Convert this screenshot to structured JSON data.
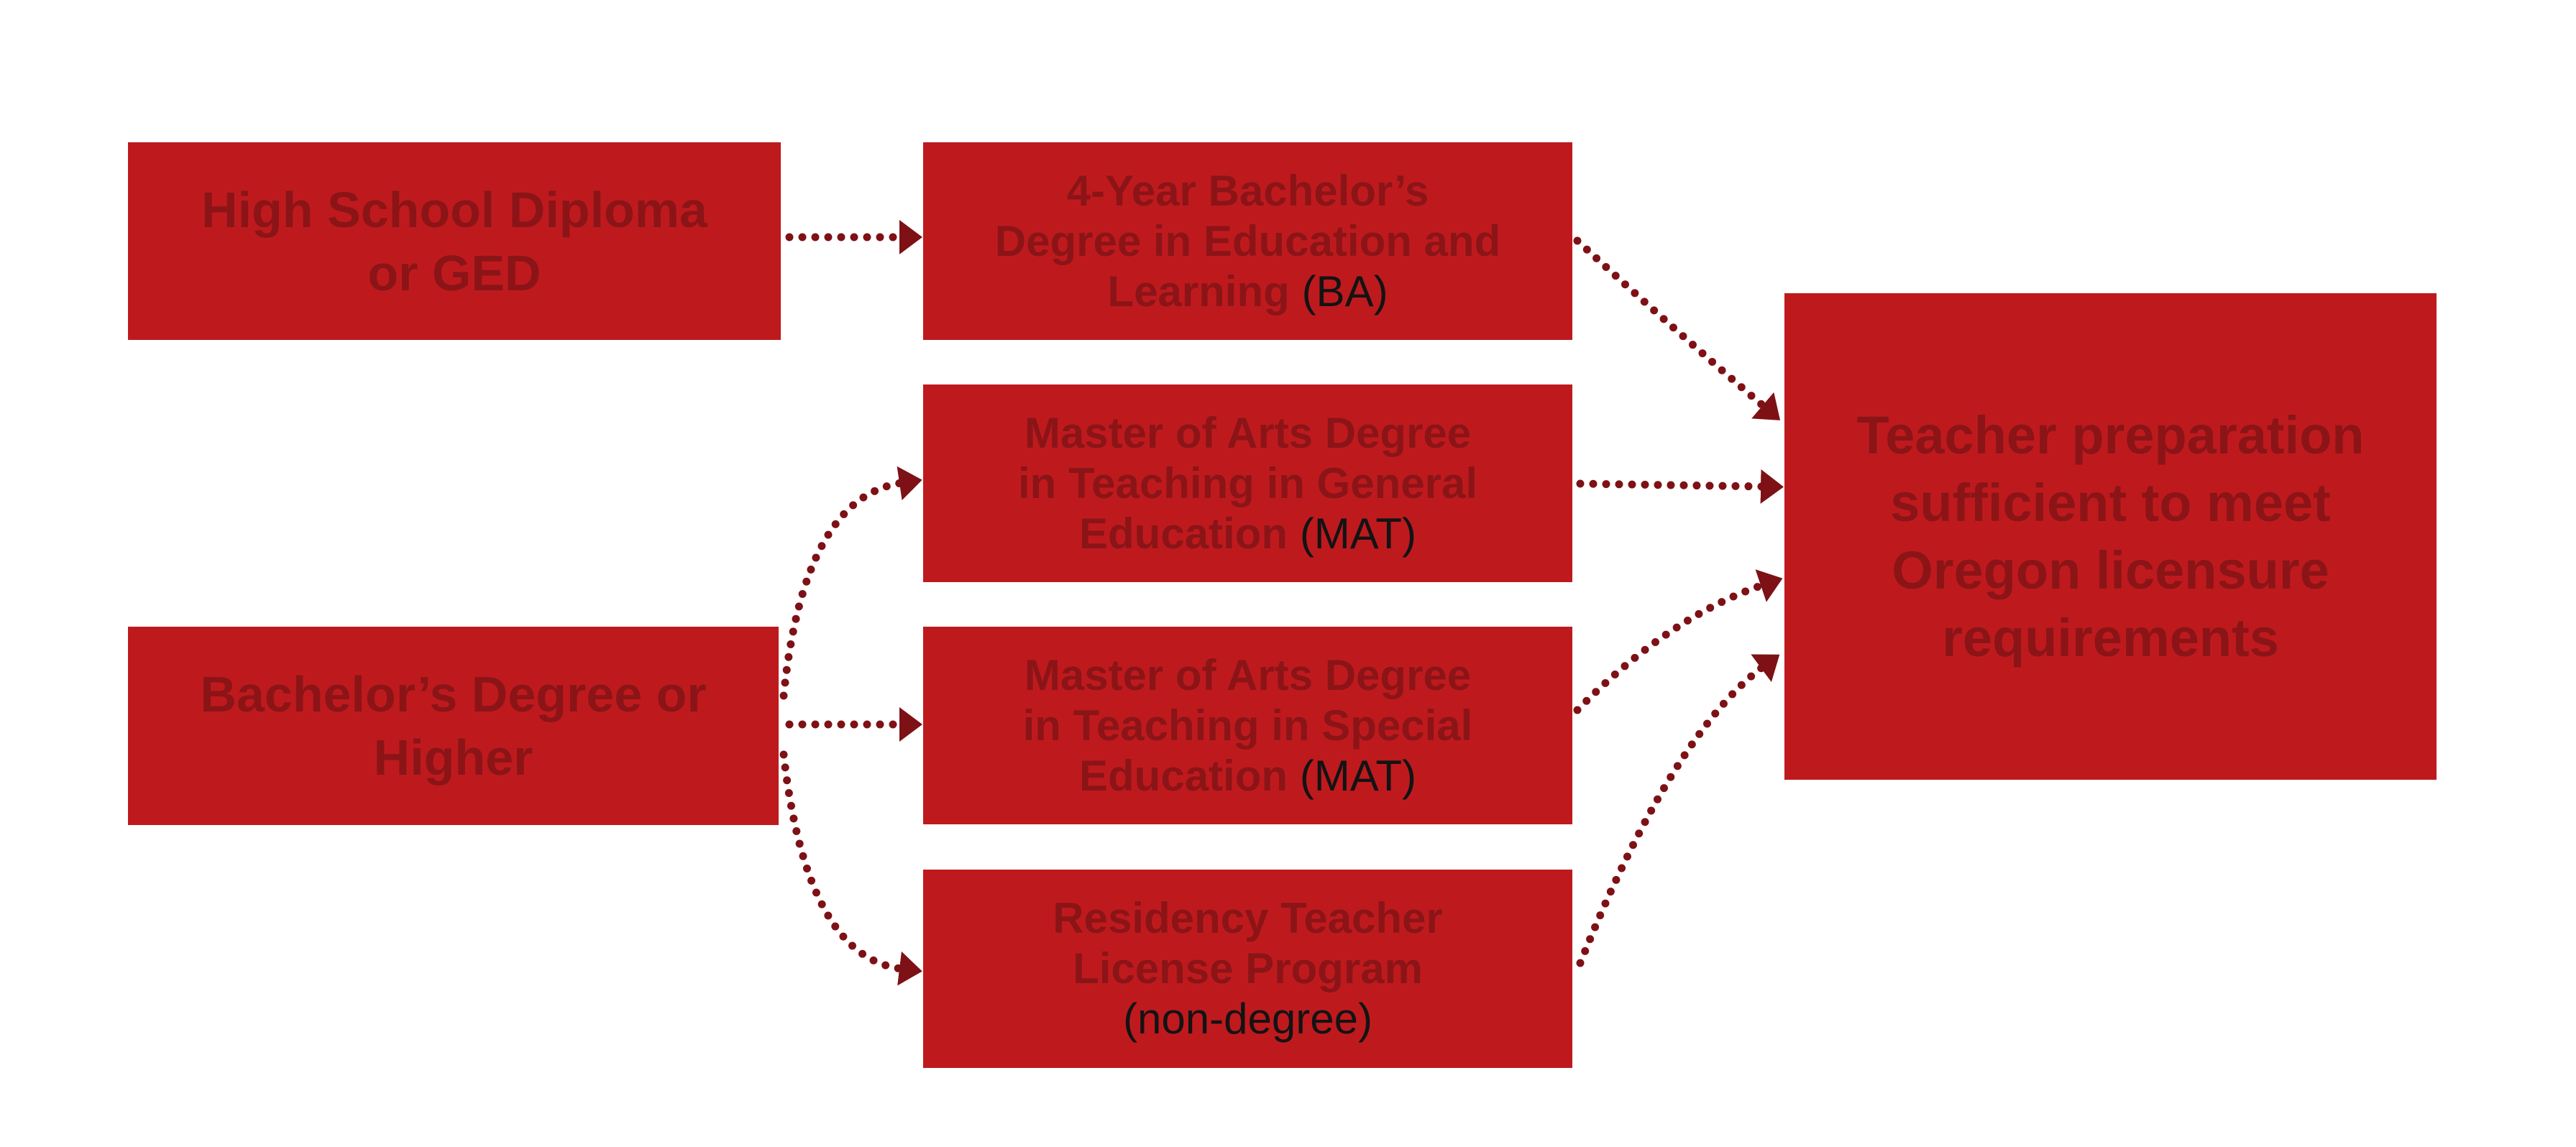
{
  "colors": {
    "box_fill": "#BE1A1E",
    "box_text": "#8B1417",
    "arrow": "#7D1116",
    "annotation_text": "#131313",
    "background": "#FFFFFF"
  },
  "diagram": {
    "nodes": {
      "high_school": {
        "line1": "High School Diploma",
        "line2": "or GED"
      },
      "ba": {
        "line1": "4-Year Bachelor’s",
        "line2": "Degree in Education and",
        "line3_bold": "Learning",
        "line3_plain": "(BA)"
      },
      "mat_general": {
        "line1": "Master of Arts Degree",
        "line2": "in Teaching in General",
        "line3_bold": "Education",
        "line3_plain": "(MAT)"
      },
      "bachelors": {
        "line1": "Bachelor’s Degree or",
        "line2": "Higher"
      },
      "mat_special": {
        "line1": "Master of Arts Degree",
        "line2": "in Teaching in Special",
        "line3_bold": "Education",
        "line3_plain": "(MAT)"
      },
      "residency": {
        "line1": "Residency Teacher",
        "line2": "License Program",
        "line3_plain": "(non-degree)"
      },
      "outcome": {
        "line1": "Teacher preparation",
        "line2": "sufficient to meet",
        "line3": "Oregon licensure",
        "line4": "requirements"
      }
    }
  }
}
